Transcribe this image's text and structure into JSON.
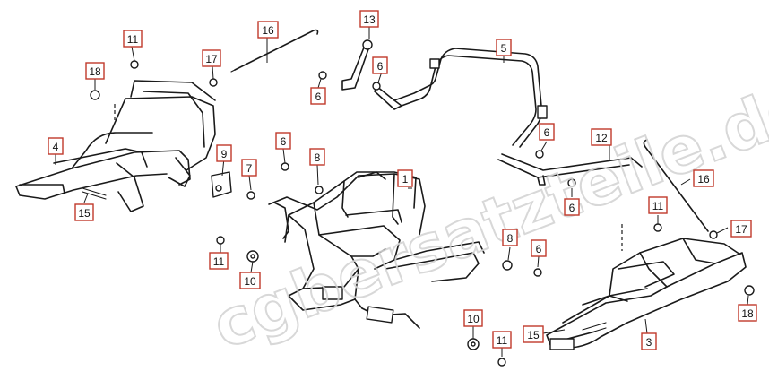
{
  "watermark": {
    "text": "cgbersatzteile.de"
  },
  "callouts": [
    {
      "id": "c16a",
      "label": "16"
    },
    {
      "id": "c13",
      "label": "13"
    },
    {
      "id": "c11a",
      "label": "11"
    },
    {
      "id": "c17a",
      "label": "17"
    },
    {
      "id": "c6a",
      "label": "6"
    },
    {
      "id": "c5",
      "label": "5"
    },
    {
      "id": "c18a",
      "label": "18"
    },
    {
      "id": "c6b",
      "label": "6"
    },
    {
      "id": "c4",
      "label": "4"
    },
    {
      "id": "c9",
      "label": "9"
    },
    {
      "id": "c6c",
      "label": "6"
    },
    {
      "id": "c6d",
      "label": "6"
    },
    {
      "id": "c12",
      "label": "12"
    },
    {
      "id": "c7",
      "label": "7"
    },
    {
      "id": "c8a",
      "label": "8"
    },
    {
      "id": "c1",
      "label": "1"
    },
    {
      "id": "c16b",
      "label": "16"
    },
    {
      "id": "c15a",
      "label": "15"
    },
    {
      "id": "c6e",
      "label": "6"
    },
    {
      "id": "c11b",
      "label": "11"
    },
    {
      "id": "c17b",
      "label": "17"
    },
    {
      "id": "c8b",
      "label": "8"
    },
    {
      "id": "c6f",
      "label": "6"
    },
    {
      "id": "c11c",
      "label": "11"
    },
    {
      "id": "c10a",
      "label": "10"
    },
    {
      "id": "c18b",
      "label": "18"
    },
    {
      "id": "c10b",
      "label": "10"
    },
    {
      "id": "c15b",
      "label": "15"
    },
    {
      "id": "c3",
      "label": "3"
    },
    {
      "id": "c11d",
      "label": "11"
    }
  ]
}
